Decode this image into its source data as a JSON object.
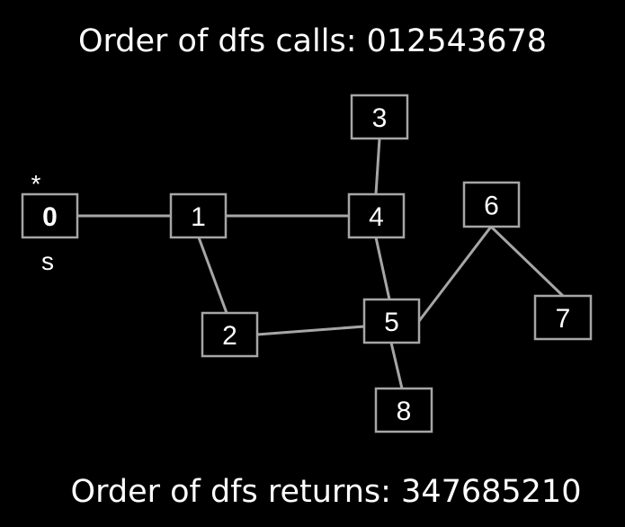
{
  "calls_heading": "Order of dfs calls: 012543678",
  "returns_heading": "Order of dfs returns: 347685210",
  "colors": {
    "background": "#000000",
    "node_border": "#a6a6a6",
    "edge": "#a6a6a6",
    "text": "#ffffff"
  },
  "graph": {
    "nodes": [
      {
        "id": "0",
        "label": "0",
        "bold": true
      },
      {
        "id": "1",
        "label": "1"
      },
      {
        "id": "2",
        "label": "2"
      },
      {
        "id": "3",
        "label": "3"
      },
      {
        "id": "4",
        "label": "4"
      },
      {
        "id": "5",
        "label": "5"
      },
      {
        "id": "6",
        "label": "6"
      },
      {
        "id": "7",
        "label": "7"
      },
      {
        "id": "8",
        "label": "8"
      }
    ],
    "edges": [
      [
        "0",
        "1"
      ],
      [
        "1",
        "4"
      ],
      [
        "1",
        "2"
      ],
      [
        "3",
        "4"
      ],
      [
        "4",
        "5"
      ],
      [
        "2",
        "5"
      ],
      [
        "5",
        "6"
      ],
      [
        "6",
        "7"
      ],
      [
        "5",
        "8"
      ]
    ],
    "source_marker": "*",
    "source_label": "s"
  }
}
